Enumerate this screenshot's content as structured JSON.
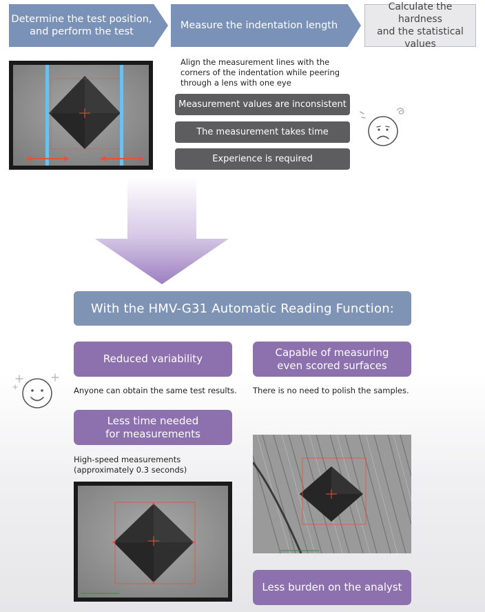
{
  "steps": [
    {
      "line1": "Determine the test position,",
      "line2": "and perform the test"
    },
    {
      "label": "Measure the indentation length"
    },
    {
      "line1": "Calculate the hardness",
      "line2": "and the statistical",
      "line3": "values"
    }
  ],
  "intro": {
    "text": "Align the measurement lines with the corners of the indentation while peering through a lens with one eye"
  },
  "problems": [
    "Measurement values are inconsistent",
    "The measurement takes time",
    "Experience is required"
  ],
  "banner": {
    "title": "With the HMV-G31 Automatic Reading Function:"
  },
  "benefits": {
    "reduced": {
      "label": "Reduced variability",
      "caption": "Anyone can obtain the same test results."
    },
    "scored": {
      "line1": "Capable of measuring",
      "line2": "even scored surfaces",
      "caption": "There is no need to polish the samples."
    },
    "time": {
      "line1": "Less time needed",
      "line2": "for measurements",
      "caption_line1": "High-speed measurements",
      "caption_line2": "(approximately 0.3 seconds)"
    },
    "burden": {
      "label": "Less burden on the analyst"
    }
  },
  "colors": {
    "chevron": "#7b92b8",
    "banner": "#7f93b4",
    "purple": "#8d70ae",
    "grey_pill": "#5d5d5f",
    "measure_line": "#6fbfe8",
    "marker": "#e0553a"
  },
  "icons": {
    "sad_face": "sad-face-icon",
    "smile_face": "smile-face-icon"
  }
}
